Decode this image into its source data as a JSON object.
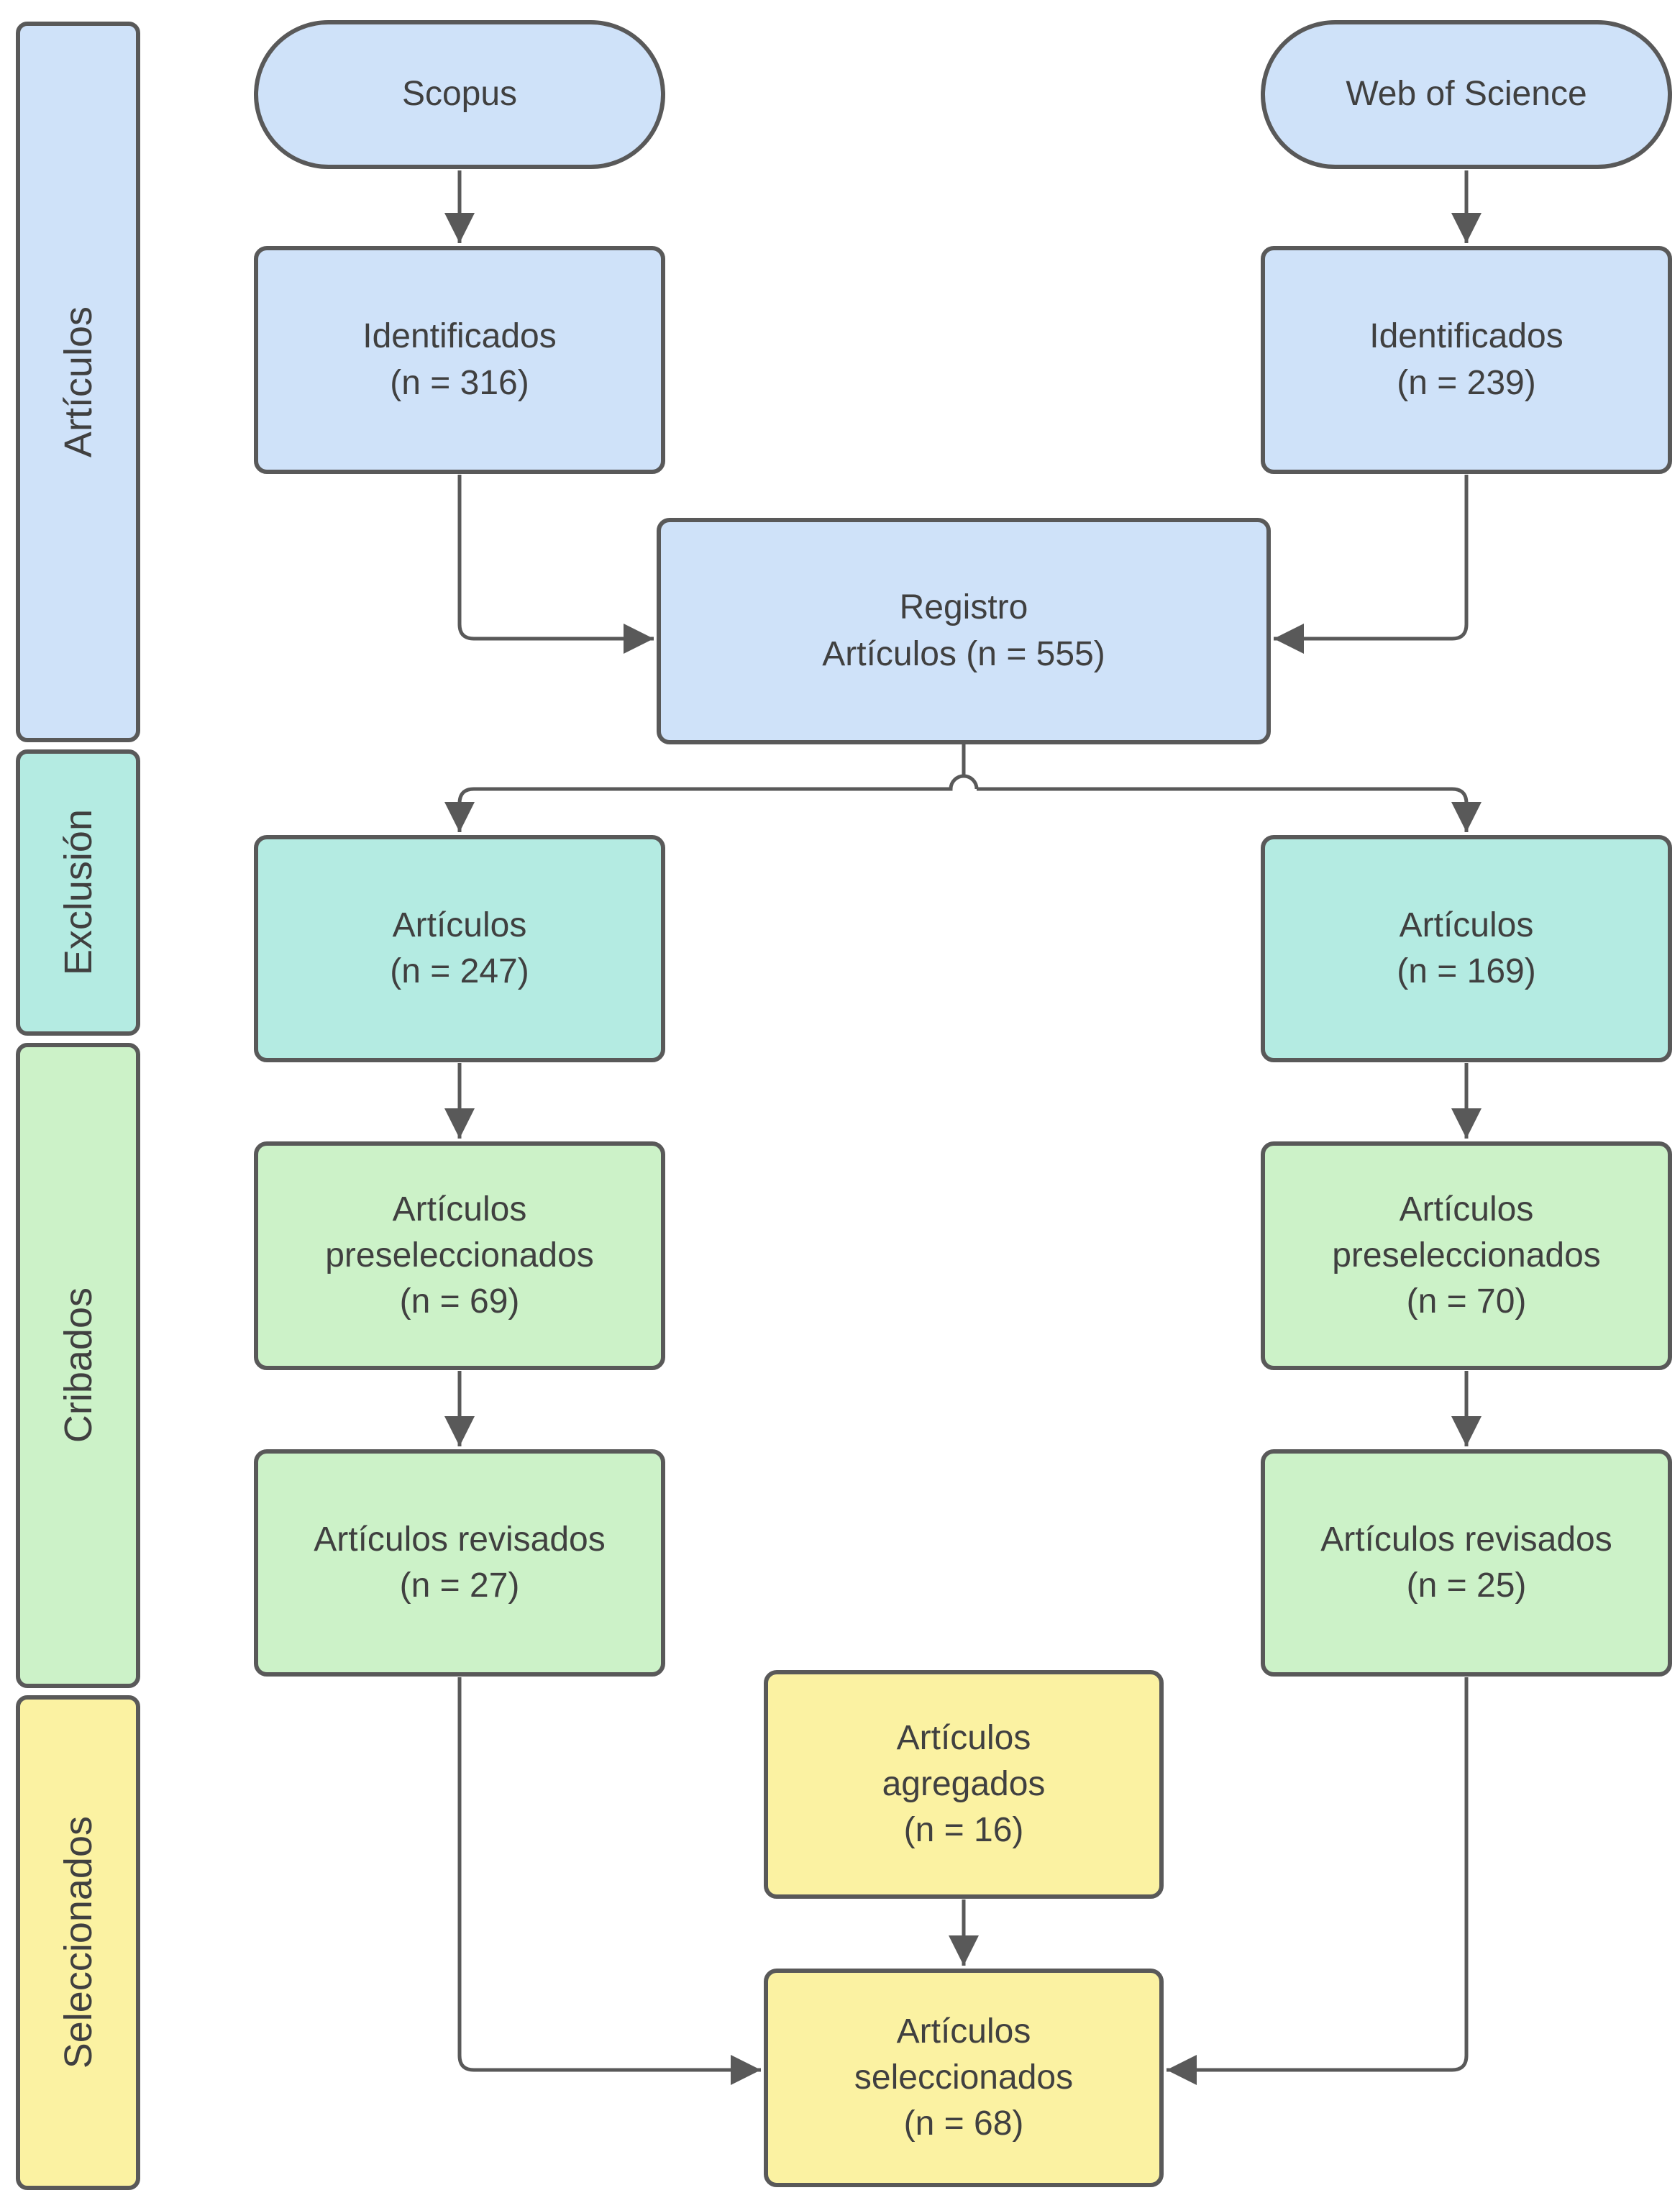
{
  "sidebar": {
    "bands": [
      {
        "label": "Artículos",
        "color": "#cfe2f9"
      },
      {
        "label": "Exclusión",
        "color": "#b4ebe2"
      },
      {
        "label": "Cribados",
        "color": "#ccf2c8"
      },
      {
        "label": "Seleccionados",
        "color": "#fbf2a2"
      }
    ]
  },
  "sources": {
    "scopus": {
      "label": "Scopus"
    },
    "wos": {
      "label": "Web of Science"
    }
  },
  "nodes": {
    "identified_scopus": {
      "text": "Identificados\n(n = 316)",
      "n": 316,
      "color": "#cfe2f9"
    },
    "identified_wos": {
      "text": "Identificados\n(n = 239)",
      "n": 239,
      "color": "#cfe2f9"
    },
    "registry": {
      "text": "Registro\nArtículos (n = 555)",
      "n": 555,
      "color": "#cfe2f9"
    },
    "excluded_scopus": {
      "text": "Artículos\n(n = 247)",
      "n": 247,
      "color": "#b4ebe2"
    },
    "excluded_wos": {
      "text": "Artículos\n(n = 169)",
      "n": 169,
      "color": "#b4ebe2"
    },
    "preselected_scopus": {
      "text": "Artículos\npreseleccionados\n(n = 69)",
      "n": 69,
      "color": "#ccf2c8"
    },
    "preselected_wos": {
      "text": "Artículos\npreseleccionados\n(n = 70)",
      "n": 70,
      "color": "#ccf2c8"
    },
    "reviewed_scopus": {
      "text": "Artículos revisados\n(n = 27)",
      "n": 27,
      "color": "#ccf2c8"
    },
    "reviewed_wos": {
      "text": "Artículos revisados\n(n = 25)",
      "n": 25,
      "color": "#ccf2c8"
    },
    "added": {
      "text": "Artículos\nagregados\n(n = 16)",
      "n": 16,
      "color": "#fbf2a2"
    },
    "selected": {
      "text": "Artículos\nseleccionados\n(n = 68)",
      "n": 68,
      "color": "#fbf2a2"
    }
  },
  "colors": {
    "source_pill": "#cfe2f9",
    "stroke": "#595959",
    "text": "#404040",
    "background": "#ffffff"
  }
}
